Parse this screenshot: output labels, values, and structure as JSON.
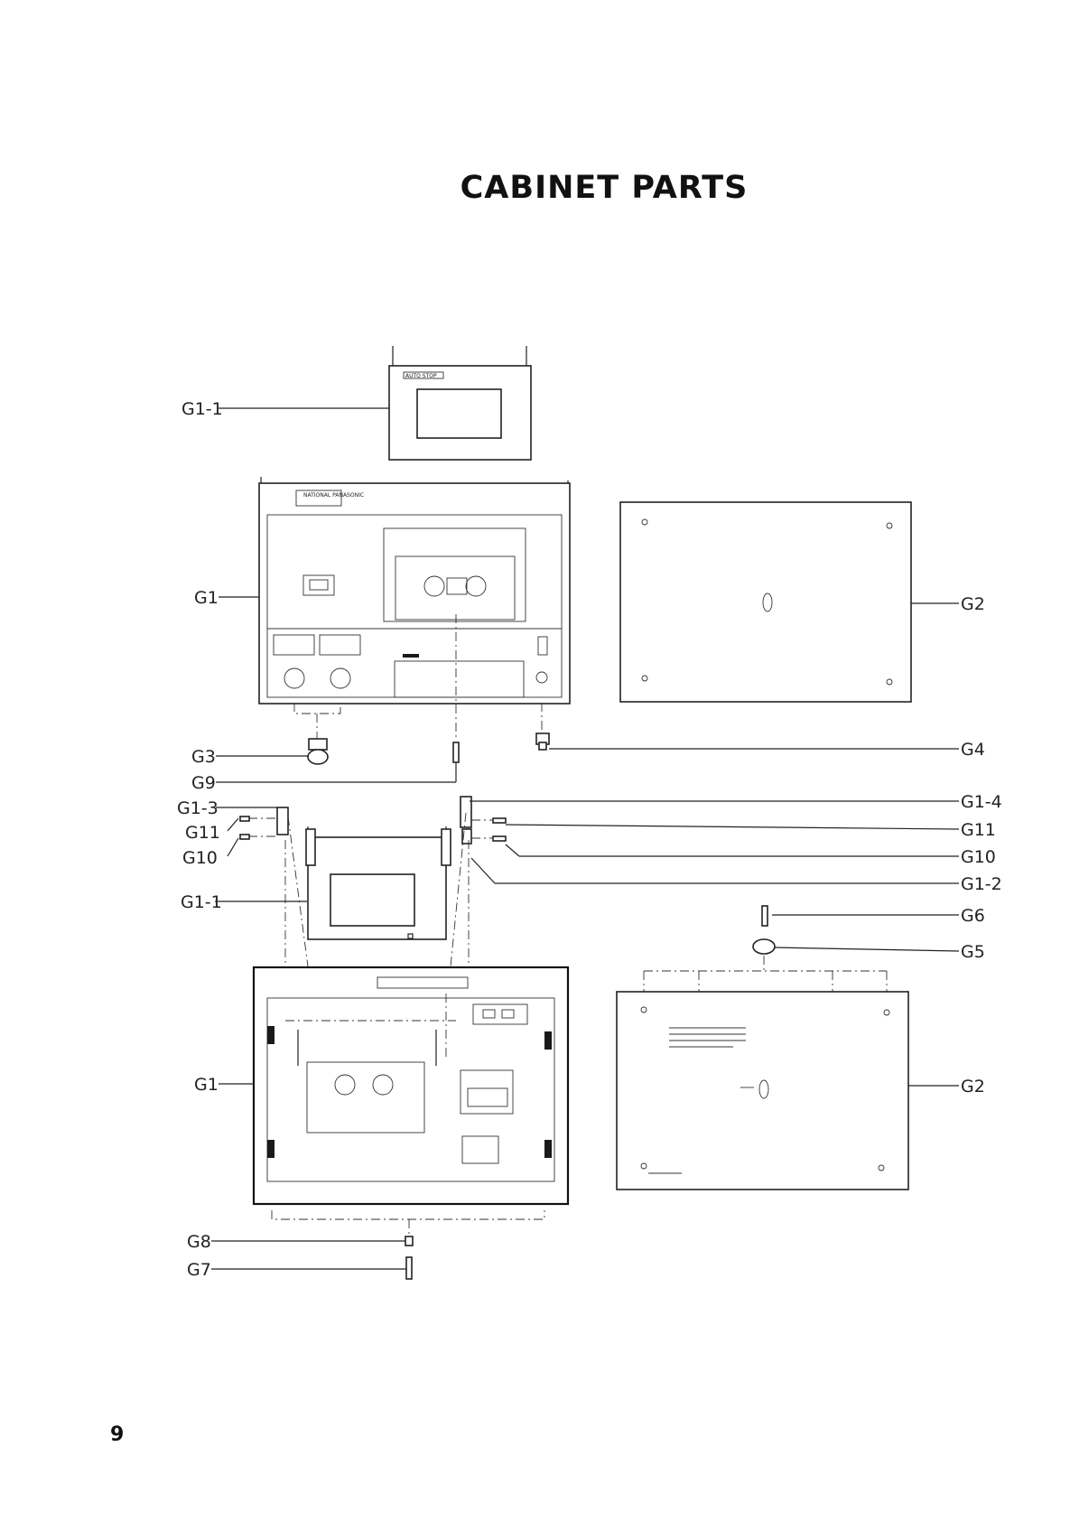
{
  "page": {
    "title": "CABINET PARTS",
    "page_number": "9"
  },
  "diagram": {
    "top_panel_text": "AUTO STOP",
    "brand_text": "NATIONAL PANASONIC",
    "labels": {
      "g1_1_top": "G1-1",
      "g1_front": "G1",
      "g2_top": "G2",
      "g3": "G3",
      "g9": "G9",
      "g4": "G4",
      "g1_3": "G1-3",
      "g11_left": "G11",
      "g10_left": "G10",
      "g1_4": "G1-4",
      "g11_right": "G11",
      "g10_right": "G10",
      "g1_2": "G1-2",
      "g1_1_mid": "G1-1",
      "g6": "G6",
      "g5": "G5",
      "g1_bottom": "G1",
      "g2_bottom": "G2",
      "g8": "G8",
      "g7": "G7"
    }
  }
}
